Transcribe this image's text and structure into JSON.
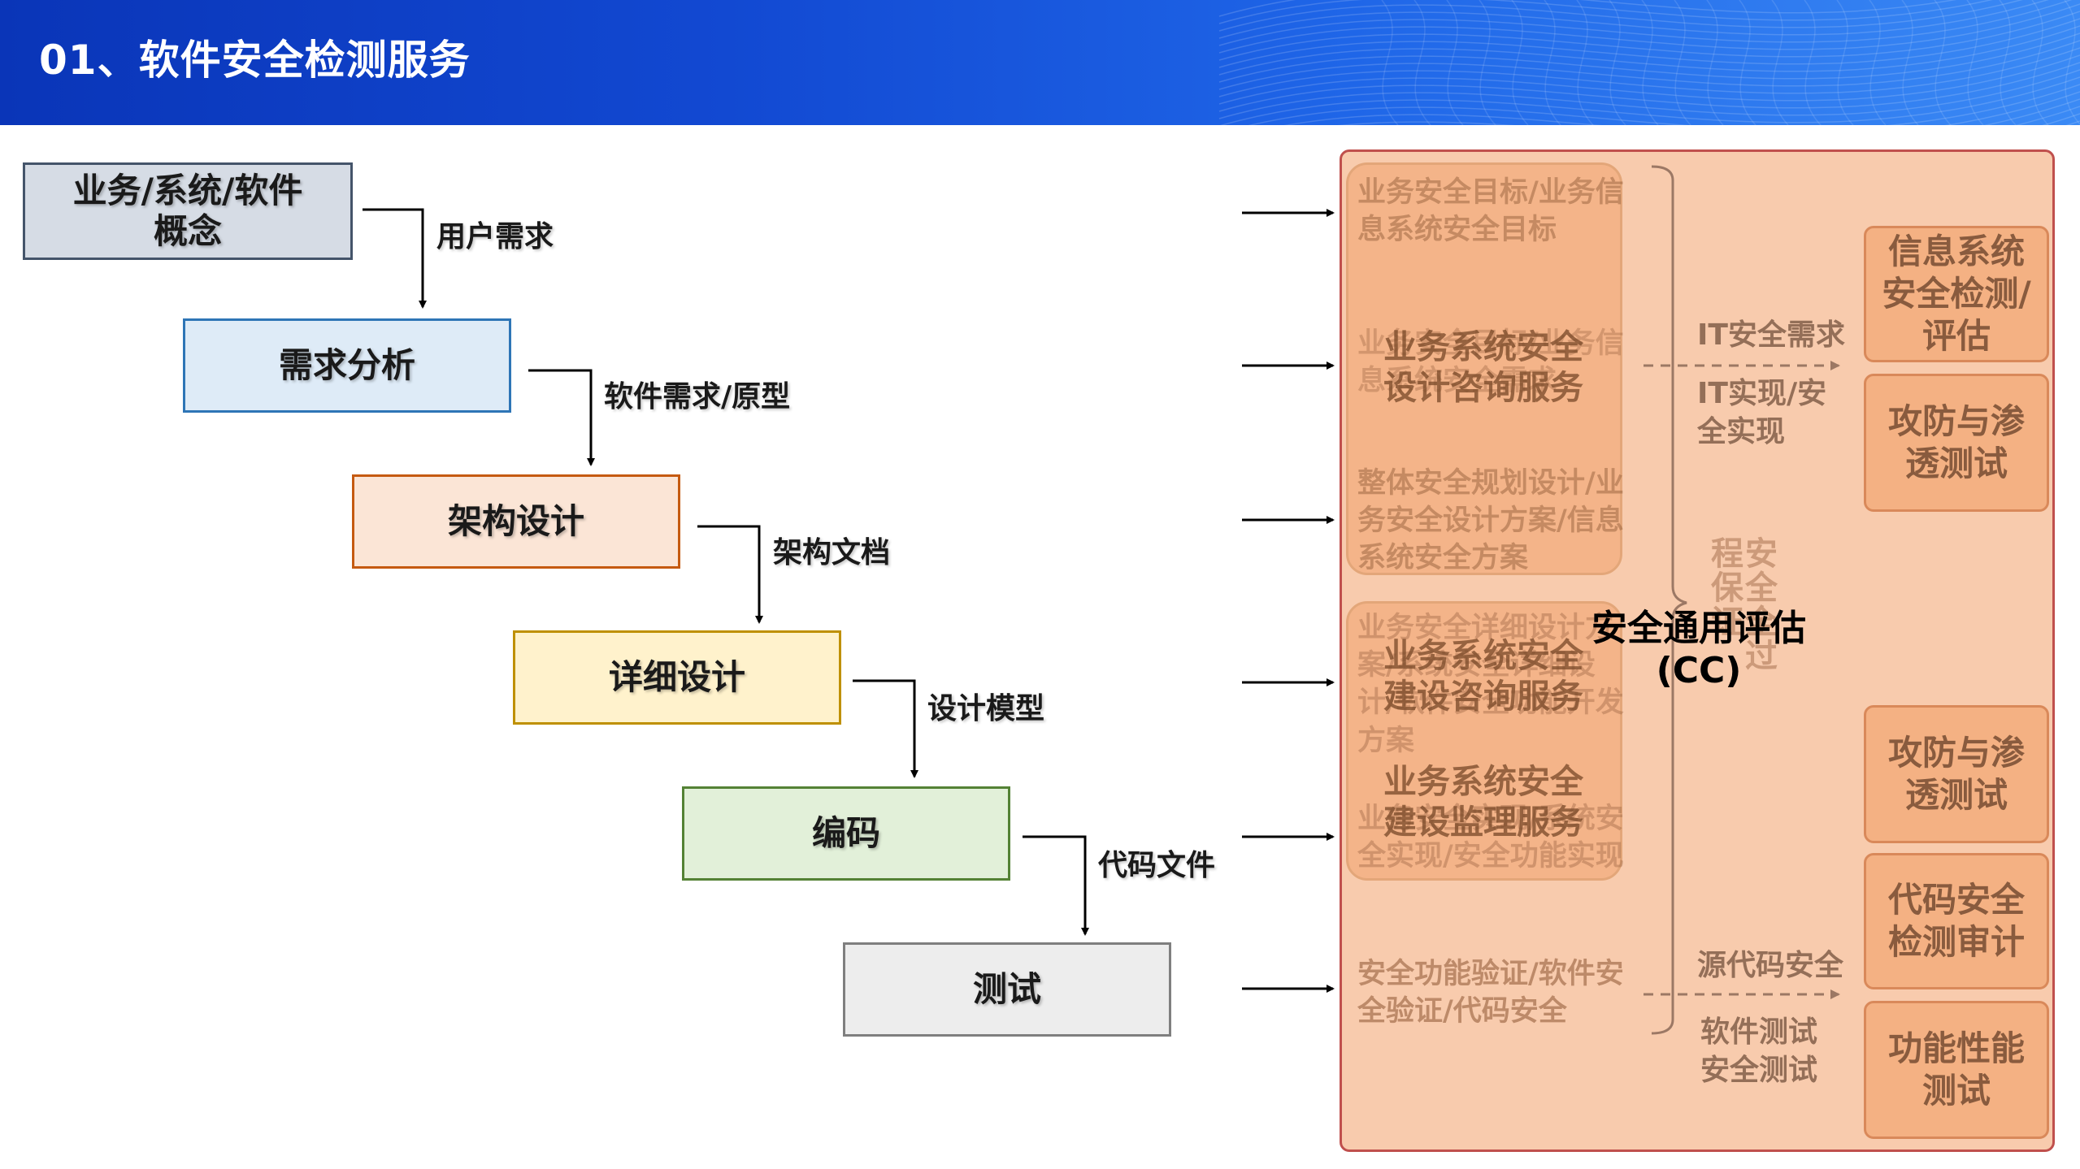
{
  "header": {
    "title": "01、软件安全检测服务"
  },
  "colors": {
    "header_blue": "#1249d2",
    "panel_fill": "#f8cbad",
    "panel_border": "#c0504d",
    "inner_fill": "#f4b183"
  },
  "flow": {
    "stages": [
      {
        "label": "业务/系统/软件概念",
        "fill": "#d6dce5",
        "border": "#44546a"
      },
      {
        "label": "需求分析",
        "fill": "#deebf7",
        "border": "#2e75b6"
      },
      {
        "label": "架构设计",
        "fill": "#fbe5d6",
        "border": "#c55a11"
      },
      {
        "label": "详细设计",
        "fill": "#fff2cc",
        "border": "#bf9000"
      },
      {
        "label": "编码",
        "fill": "#e2f0d9",
        "border": "#548235"
      },
      {
        "label": "测试",
        "fill": "#ededed",
        "border": "#7f7f7f"
      }
    ],
    "outputs": [
      "用户需求",
      "软件需求/原型",
      "架构文档",
      "设计模型",
      "代码文件"
    ]
  },
  "panel": {
    "group1": {
      "faint_top": "业务安全目标/业务信息系统安全目标",
      "faint_mid": "业务安全目标/业务信息系统安全需求",
      "faint_bottom": "整体安全规划设计/业务安全设计方案/信息系统安全方案",
      "service": "业务系统安全设计咨询服务"
    },
    "group2": {
      "faint_top": "业务安全详细设计方案/系统安全详细设计/软件安全功能开发方案",
      "service_a": "业务系统安全建设咨询服务",
      "faint_bottom": "业务安全实现/系统安全实现/安全功能实现",
      "service_b": "业务系统安全建设监理服务"
    },
    "test_text": "安全功能验证/软件安全验证/代码安全",
    "it_need": "IT安全需求",
    "it_impl": "IT实现/安全实现",
    "vertical_text": "安全全过程保证",
    "cc": "安全通用评估(CC)",
    "src_code": "源代码安全",
    "sw_test": "软件测试安全测试",
    "services": [
      "信息系统安全检测/评估",
      "攻防与渗透测试",
      "攻防与渗透测试",
      "代码安全检测审计",
      "功能性能测试"
    ]
  }
}
